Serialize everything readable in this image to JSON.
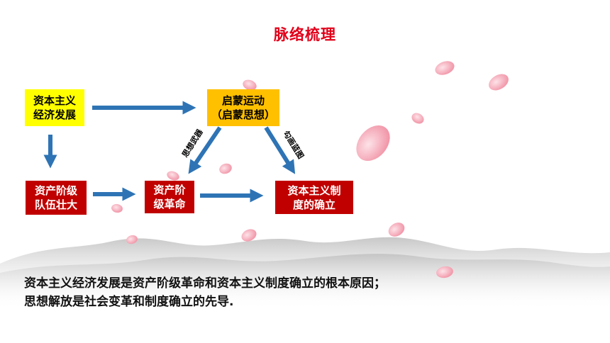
{
  "title": "脉络梳理",
  "nodes": {
    "economy": {
      "line1": "资本主义",
      "line2": "经济发展"
    },
    "enlightenment": {
      "line1": "启蒙运动",
      "line2": "（启蒙思想）"
    },
    "bourgeoisie": {
      "line1": "资产阶级",
      "line2": "队伍壮大"
    },
    "revolution": {
      "line1": "资产阶",
      "line2": "级革命"
    },
    "system": {
      "line1": "资本主义制",
      "line2": "度的确立"
    }
  },
  "edge_labels": {
    "ideology_weapon": "思想武器",
    "blueprint": "勾画蓝图"
  },
  "summary": {
    "line1": "资本主义经济发展是资产阶级革命和资本主义制度确立的根本原因；",
    "line2": "思想解放是社会变革和制度确立的先导."
  },
  "colors": {
    "title": "#e1001a",
    "arrow": "#2e74b5",
    "yellow_box": "#ffff00",
    "red_box": "#c00000",
    "orange_box": "#ffc000",
    "petal": "#f4a6b4"
  }
}
